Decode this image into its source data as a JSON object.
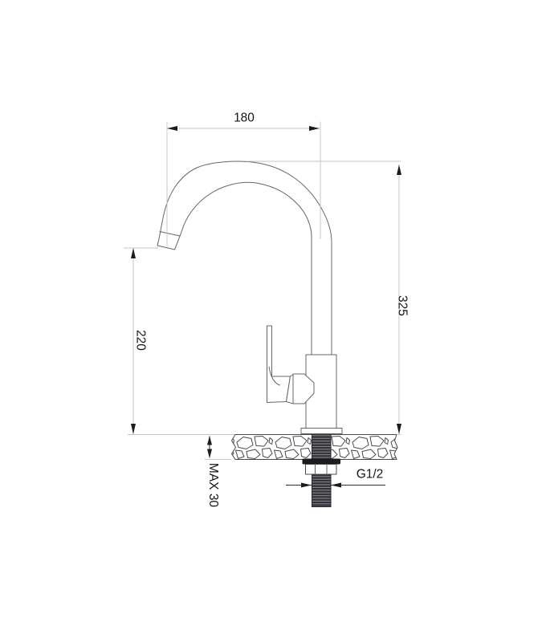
{
  "dimensions": {
    "spout_reach": {
      "label": "180"
    },
    "overall_height": {
      "label": "325"
    },
    "spout_height": {
      "label": "220"
    },
    "max_deck_thickness": {
      "label": "MAX 30"
    },
    "thread_size": {
      "label": "G1/2"
    }
  },
  "colors": {
    "background": "#ffffff",
    "object_line": "#63676c",
    "detail_line": "#46494d",
    "dimension_line": "#c2c7cc",
    "annotation": "#1b1c1e",
    "thread_fill": "#303136"
  }
}
